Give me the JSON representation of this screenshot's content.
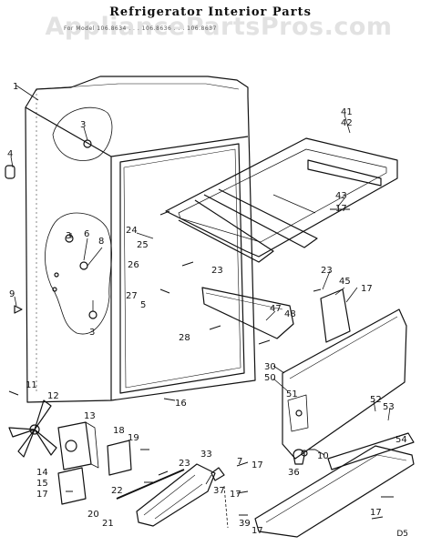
{
  "title": "Refrigerator Interior Parts",
  "model_line": "For Model 106.8634 . . . 106.8636 . . . 106.8637",
  "watermark": "AppliancePartsPros.com",
  "diagram_code": "D5",
  "part_numbers": [
    "1",
    "3",
    "4",
    "3",
    "6",
    "8",
    "9",
    "3",
    "24",
    "25",
    "26",
    "27",
    "5",
    "23",
    "28",
    "47",
    "48",
    "41",
    "42",
    "43",
    "17",
    "23",
    "45",
    "17",
    "30",
    "50",
    "51",
    "16",
    "11",
    "12",
    "13",
    "18",
    "19",
    "14",
    "15",
    "17",
    "22",
    "20",
    "21",
    "23",
    "33",
    "7",
    "17",
    "37",
    "17",
    "39",
    "17",
    "36",
    "10",
    "52",
    "53",
    "54",
    "17"
  ]
}
